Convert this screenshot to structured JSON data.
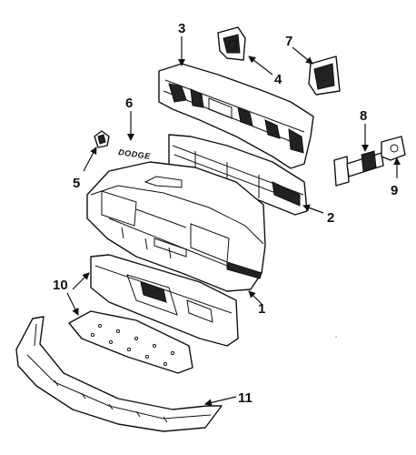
{
  "diagram": {
    "emblem_text": "DODGE",
    "callouts": [
      {
        "id": "1",
        "label": "1"
      },
      {
        "id": "2",
        "label": "2"
      },
      {
        "id": "3",
        "label": "3"
      },
      {
        "id": "4",
        "label": "4"
      },
      {
        "id": "5",
        "label": "5"
      },
      {
        "id": "6",
        "label": "6"
      },
      {
        "id": "7",
        "label": "7"
      },
      {
        "id": "8",
        "label": "8"
      },
      {
        "id": "9",
        "label": "9"
      },
      {
        "id": "10",
        "label": "10"
      },
      {
        "id": "11",
        "label": "11"
      }
    ]
  }
}
